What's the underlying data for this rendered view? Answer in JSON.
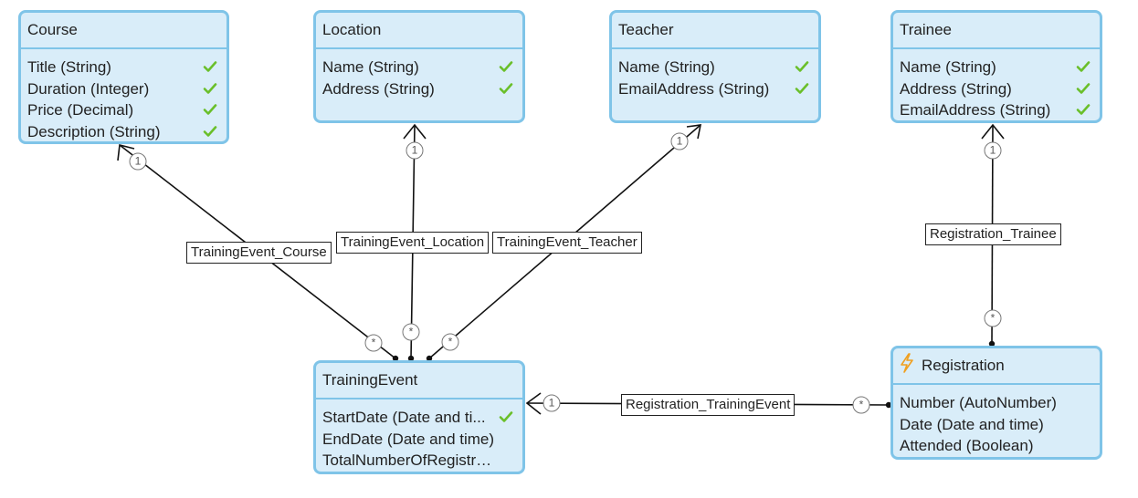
{
  "entities": {
    "course": {
      "title": "Course",
      "attributes": [
        {
          "text": "Title (String)",
          "checked": true
        },
        {
          "text": "Duration (Integer)",
          "checked": true
        },
        {
          "text": "Price (Decimal)",
          "checked": true
        },
        {
          "text": "Description (String)",
          "checked": true
        }
      ]
    },
    "location": {
      "title": "Location",
      "attributes": [
        {
          "text": "Name (String)",
          "checked": true
        },
        {
          "text": "Address (String)",
          "checked": true
        }
      ]
    },
    "teacher": {
      "title": "Teacher",
      "attributes": [
        {
          "text": "Name (String)",
          "checked": true
        },
        {
          "text": "EmailAddress (String)",
          "checked": true
        }
      ]
    },
    "trainee": {
      "title": "Trainee",
      "attributes": [
        {
          "text": "Name (String)",
          "checked": true
        },
        {
          "text": "Address (String)",
          "checked": true
        },
        {
          "text": "EmailAddress (String)",
          "checked": true
        }
      ]
    },
    "training_event": {
      "title": "TrainingEvent",
      "attributes": [
        {
          "text": "StartDate (Date and ti...",
          "checked": true
        },
        {
          "text": "EndDate (Date and time)",
          "checked": false
        },
        {
          "text": "TotalNumberOfRegistratio...",
          "checked": false
        }
      ]
    },
    "registration": {
      "title": "Registration",
      "attributes": [
        {
          "text": "Number (AutoNumber)",
          "checked": false
        },
        {
          "text": "Date (Date and time)",
          "checked": false
        },
        {
          "text": "Attended (Boolean)",
          "checked": false
        }
      ]
    }
  },
  "associations": {
    "trainingevent_course": "TrainingEvent_Course",
    "trainingevent_location": "TrainingEvent_Location",
    "trainingevent_teacher": "TrainingEvent_Teacher",
    "registration_trainee": "Registration_Trainee",
    "registration_trainingevent": "Registration_TrainingEvent"
  },
  "multiplicity": {
    "one": "1",
    "many": "*"
  },
  "colors": {
    "entity_fill": "#d9edf9",
    "entity_border": "#7fc4e8",
    "check": "#6abf2a",
    "bolt": "#f0a020"
  }
}
